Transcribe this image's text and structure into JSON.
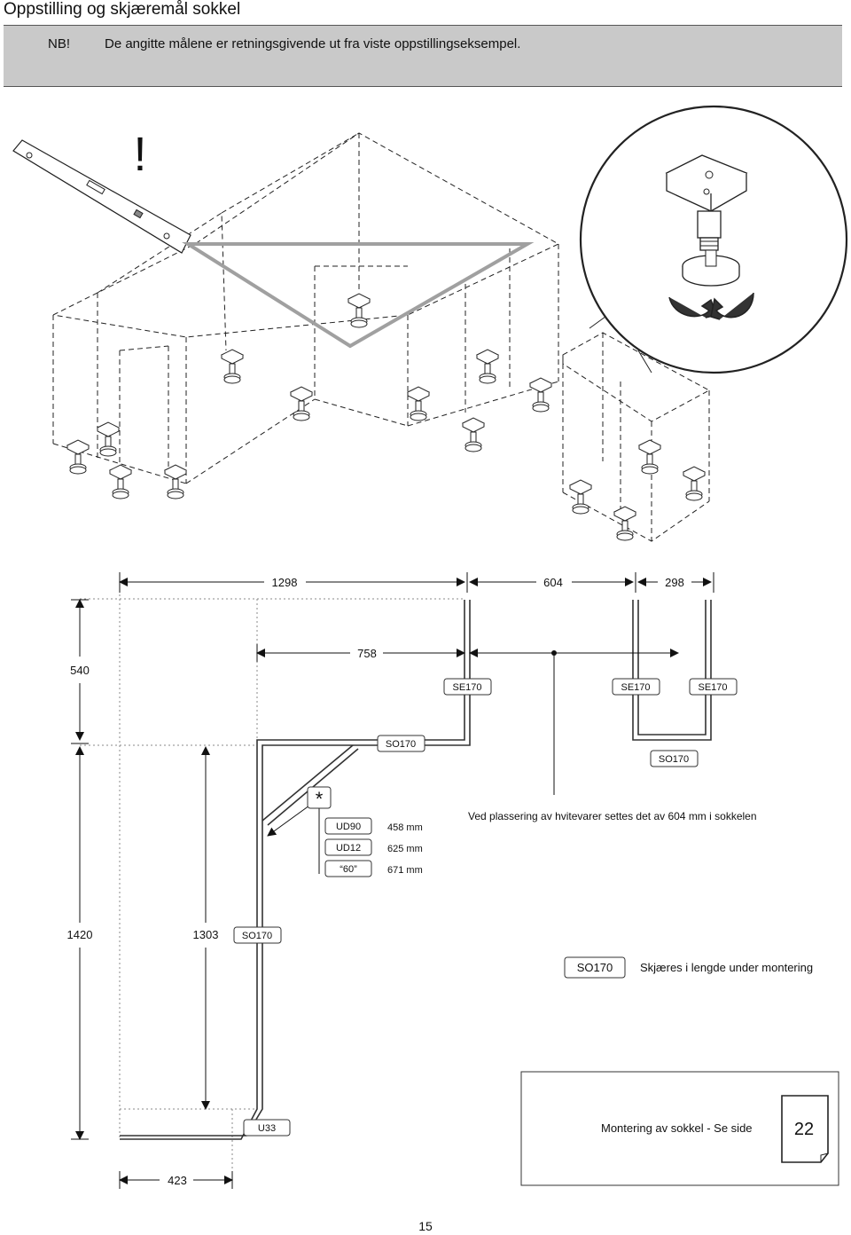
{
  "header": {
    "title": "Oppstilling og skjæremål sokkel",
    "nb_label": "NB!",
    "nb_text": "De angitte målene er retningsgivende ut fra viste oppstillingseksempel."
  },
  "illustration": {
    "warning_mark": "!"
  },
  "dimensions": {
    "top_1298": "1298",
    "top_604": "604",
    "top_298": "298",
    "left_540": "540",
    "mid_758": "758",
    "left_1420": "1420",
    "inner_1303": "1303",
    "bottom_423": "423"
  },
  "tags": {
    "se170_a": "SE170",
    "se170_b": "SE170",
    "se170_c": "SE170",
    "so170_top": "SO170",
    "so170_right": "SO170",
    "so170_left": "SO170",
    "u33": "U33",
    "asterisk": "*"
  },
  "corner_table": [
    {
      "code": "UD90",
      "value": "458 mm"
    },
    {
      "code": "UD12",
      "value": "625 mm"
    },
    {
      "code": "“60”",
      "value": "671 mm"
    }
  ],
  "notes": {
    "appliance_note": "Ved plassering av hvitevarer settes det av 604 mm i sokkelen"
  },
  "legend": {
    "tag": "SO170",
    "text": "Skjæres i lengde under montering"
  },
  "reference": {
    "text": "Montering av sokkel - Se side",
    "page": "22"
  },
  "footer": {
    "page_number": "15"
  }
}
